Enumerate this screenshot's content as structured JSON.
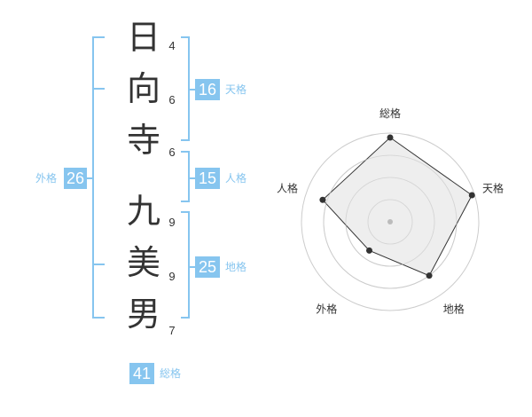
{
  "name": {
    "characters": [
      {
        "char": "日",
        "strokes": "4"
      },
      {
        "char": "向",
        "strokes": "6"
      },
      {
        "char": "寺",
        "strokes": "6"
      },
      {
        "char": "九",
        "strokes": "9"
      },
      {
        "char": "美",
        "strokes": "9"
      },
      {
        "char": "男",
        "strokes": "7"
      }
    ]
  },
  "fortunes": {
    "tenkaku": {
      "label": "天格",
      "value": "16"
    },
    "jinkaku": {
      "label": "人格",
      "value": "15"
    },
    "chikaku": {
      "label": "地格",
      "value": "25"
    },
    "gaikaku": {
      "label": "外格",
      "value": "26"
    },
    "soukaku": {
      "label": "総格",
      "value": "41"
    }
  },
  "radar": {
    "axes": [
      "総格",
      "天格",
      "地格",
      "外格",
      "人格"
    ],
    "levels": 4,
    "values": [
      0.95,
      0.97,
      0.75,
      0.4,
      0.8
    ]
  },
  "colors": {
    "accent": "#86c5ef",
    "text": "#333333",
    "grid": "#cccccc",
    "area": "#ebebeb",
    "line": "#333333"
  }
}
